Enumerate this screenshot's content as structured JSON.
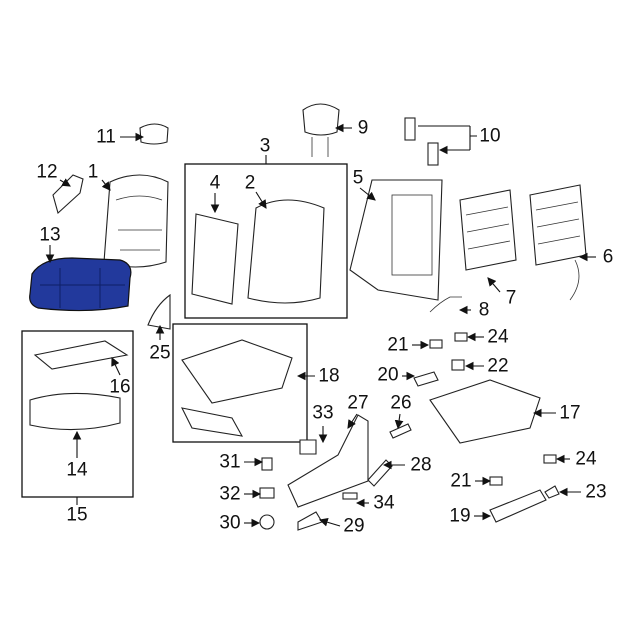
{
  "diagram": {
    "title": "Seat assembly exploded parts diagram",
    "highlight_color": "#22399c",
    "highlighted_part": "13",
    "callouts": [
      "1",
      "2",
      "3",
      "4",
      "5",
      "6",
      "7",
      "8",
      "9",
      "10",
      "11",
      "12",
      "13",
      "14",
      "15",
      "16",
      "17",
      "18",
      "19",
      "20",
      "21",
      "21",
      "22",
      "23",
      "24",
      "24",
      "25",
      "26",
      "27",
      "28",
      "29",
      "30",
      "31",
      "32",
      "33",
      "34"
    ]
  }
}
